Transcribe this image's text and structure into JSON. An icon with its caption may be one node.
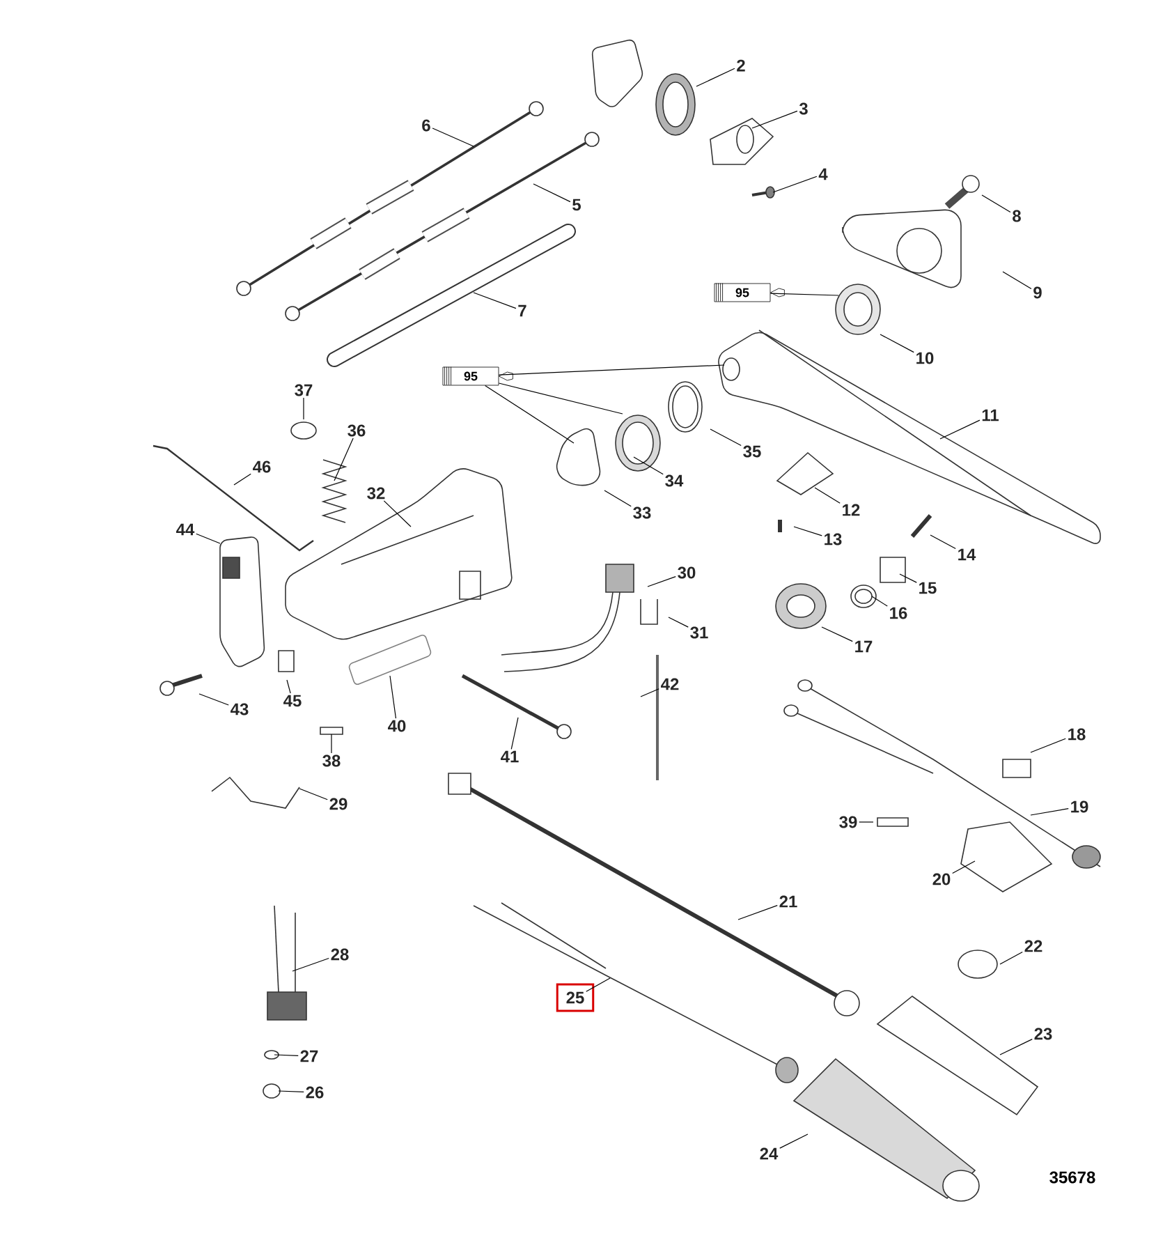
{
  "diagram": {
    "nodes": [
      {
        "text": [
          "2"
        ]
      },
      {
        "text": [
          "3"
        ]
      },
      {
        "text": [
          "4"
        ]
      },
      {
        "text": [
          "5"
        ]
      },
      {
        "text": [
          "6"
        ]
      },
      {
        "text": [
          "7"
        ]
      },
      {
        "text": [
          "8"
        ]
      },
      {
        "text": [
          "9"
        ]
      },
      {
        "text": [
          "10"
        ]
      },
      {
        "text": [
          "11"
        ]
      },
      {
        "text": [
          "12"
        ]
      },
      {
        "text": [
          "13"
        ]
      },
      {
        "text": [
          "14"
        ]
      },
      {
        "text": [
          "15"
        ]
      },
      {
        "text": [
          "16"
        ]
      },
      {
        "text": [
          "17"
        ]
      },
      {
        "text": [
          "18"
        ]
      },
      {
        "text": [
          "19"
        ]
      },
      {
        "text": [
          "20"
        ]
      },
      {
        "text": [
          "21"
        ]
      },
      {
        "text": [
          "22"
        ]
      },
      {
        "text": [
          "23"
        ]
      },
      {
        "text": [
          "24"
        ]
      },
      {
        "text": [
          "25"
        ]
      },
      {
        "text": [
          "26"
        ]
      },
      {
        "text": [
          "27"
        ]
      },
      {
        "text": [
          "28"
        ]
      },
      {
        "text": [
          "29"
        ]
      },
      {
        "text": [
          "30"
        ]
      },
      {
        "text": [
          "31"
        ]
      },
      {
        "text": [
          "32"
        ]
      },
      {
        "text": [
          "33"
        ]
      },
      {
        "text": [
          "34"
        ]
      },
      {
        "text": [
          "35"
        ]
      },
      {
        "text": [
          "36"
        ]
      },
      {
        "text": [
          "37"
        ]
      },
      {
        "text": [
          "38"
        ]
      },
      {
        "text": [
          "39"
        ]
      },
      {
        "text": [
          "40"
        ]
      },
      {
        "text": [
          "41"
        ]
      },
      {
        "text": [
          "42"
        ]
      },
      {
        "text": [
          "43"
        ]
      },
      {
        "text": [
          "44"
        ]
      },
      {
        "text": [
          "45"
        ]
      },
      {
        "text": [
          "46"
        ]
      },
      {
        "text": [
          "95"
        ]
      },
      {
        "text": [
          "95"
        ]
      }
    ],
    "edges": [
      {
        "from": 0,
        "to": null,
        "arrow": "none"
      },
      {
        "from": 1,
        "to": null,
        "arrow": "none"
      },
      {
        "from": 2,
        "to": null,
        "arrow": "none"
      },
      {
        "from": 3,
        "to": null,
        "arrow": "none"
      },
      {
        "from": 4,
        "to": null,
        "arrow": "none"
      },
      {
        "from": 5,
        "to": null,
        "arrow": "none"
      },
      {
        "from": 6,
        "to": null,
        "arrow": "none"
      },
      {
        "from": 7,
        "to": null,
        "arrow": "none"
      },
      {
        "from": 8,
        "to": null,
        "arrow": "none"
      },
      {
        "from": 9,
        "to": null,
        "arrow": "none"
      },
      {
        "from": 10,
        "to": null,
        "arrow": "none"
      },
      {
        "from": 11,
        "to": null,
        "arrow": "none"
      },
      {
        "from": 12,
        "to": null,
        "arrow": "none"
      },
      {
        "from": 13,
        "to": null,
        "arrow": "none"
      },
      {
        "from": 14,
        "to": null,
        "arrow": "none"
      },
      {
        "from": 15,
        "to": null,
        "arrow": "none"
      },
      {
        "from": 16,
        "to": null,
        "arrow": "none"
      },
      {
        "from": 17,
        "to": null,
        "arrow": "none"
      },
      {
        "from": 18,
        "to": null,
        "arrow": "none"
      },
      {
        "from": 19,
        "to": null,
        "arrow": "none"
      },
      {
        "from": 20,
        "to": null,
        "arrow": "none"
      },
      {
        "from": 21,
        "to": null,
        "arrow": "none"
      },
      {
        "from": 22,
        "to": null,
        "arrow": "none"
      },
      {
        "from": 23,
        "to": null,
        "arrow": "none"
      },
      {
        "from": 24,
        "to": null,
        "arrow": "none"
      },
      {
        "from": 25,
        "to": null,
        "arrow": "none"
      },
      {
        "from": 26,
        "to": null,
        "arrow": "none"
      },
      {
        "from": 27,
        "to": null,
        "arrow": "none"
      },
      {
        "from": 28,
        "to": null,
        "arrow": "none"
      },
      {
        "from": 29,
        "to": null,
        "arrow": "none"
      },
      {
        "from": 30,
        "to": null,
        "arrow": "none"
      },
      {
        "from": 31,
        "to": null,
        "arrow": "none"
      },
      {
        "from": 32,
        "to": null,
        "arrow": "none"
      },
      {
        "from": 33,
        "to": null,
        "arrow": "none"
      },
      {
        "from": 34,
        "to": null,
        "arrow": "none"
      },
      {
        "from": 35,
        "to": null,
        "arrow": "none"
      },
      {
        "from": 36,
        "to": null,
        "arrow": "none"
      },
      {
        "from": 37,
        "to": null,
        "arrow": "none"
      },
      {
        "from": 38,
        "to": null,
        "arrow": "none"
      },
      {
        "from": 39,
        "to": null,
        "arrow": "none"
      },
      {
        "from": 40,
        "to": null,
        "arrow": "none"
      },
      {
        "from": 41,
        "to": null,
        "arrow": "none"
      },
      {
        "from": 42,
        "to": null,
        "arrow": "none"
      },
      {
        "from": 43,
        "to": null,
        "arrow": "none"
      },
      {
        "from": 44,
        "to": null,
        "arrow": "none"
      },
      {
        "from": 45,
        "to": null,
        "arrow": "none"
      },
      {
        "from": 46,
        "to": null,
        "arrow": "none"
      },
      {
        "from": 46,
        "to": null,
        "arrow": "none"
      },
      {
        "from": 46,
        "to": null,
        "arrow": "none"
      }
    ],
    "labels": [
      "35678"
    ]
  }
}
